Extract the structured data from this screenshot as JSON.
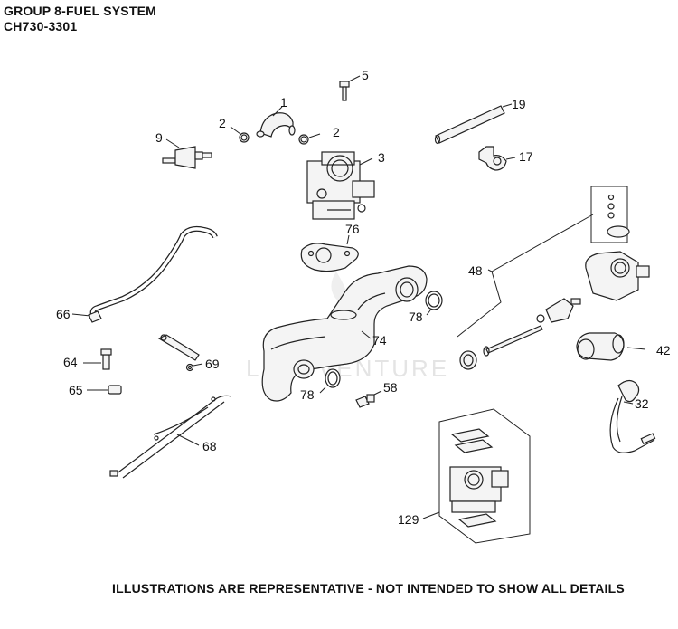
{
  "header": {
    "title": "GROUP 8-FUEL SYSTEM",
    "model": "CH730-3301"
  },
  "watermark": "LEADVENTURE",
  "footer": "ILLUSTRATIONS ARE REPRESENTATIVE - NOT INTENDED TO SHOW ALL DETAILS",
  "callouts": {
    "c1": "1",
    "c2a": "2",
    "c2b": "2",
    "c3": "3",
    "c5": "5",
    "c9": "9",
    "c17": "17",
    "c19": "19",
    "c32": "32",
    "c42": "42",
    "c48": "48",
    "c58": "58",
    "c64": "64",
    "c65": "65",
    "c66": "66",
    "c68": "68",
    "c69": "69",
    "c74": "74",
    "c76": "76",
    "c78a": "78",
    "c78b": "78",
    "c129": "129"
  }
}
